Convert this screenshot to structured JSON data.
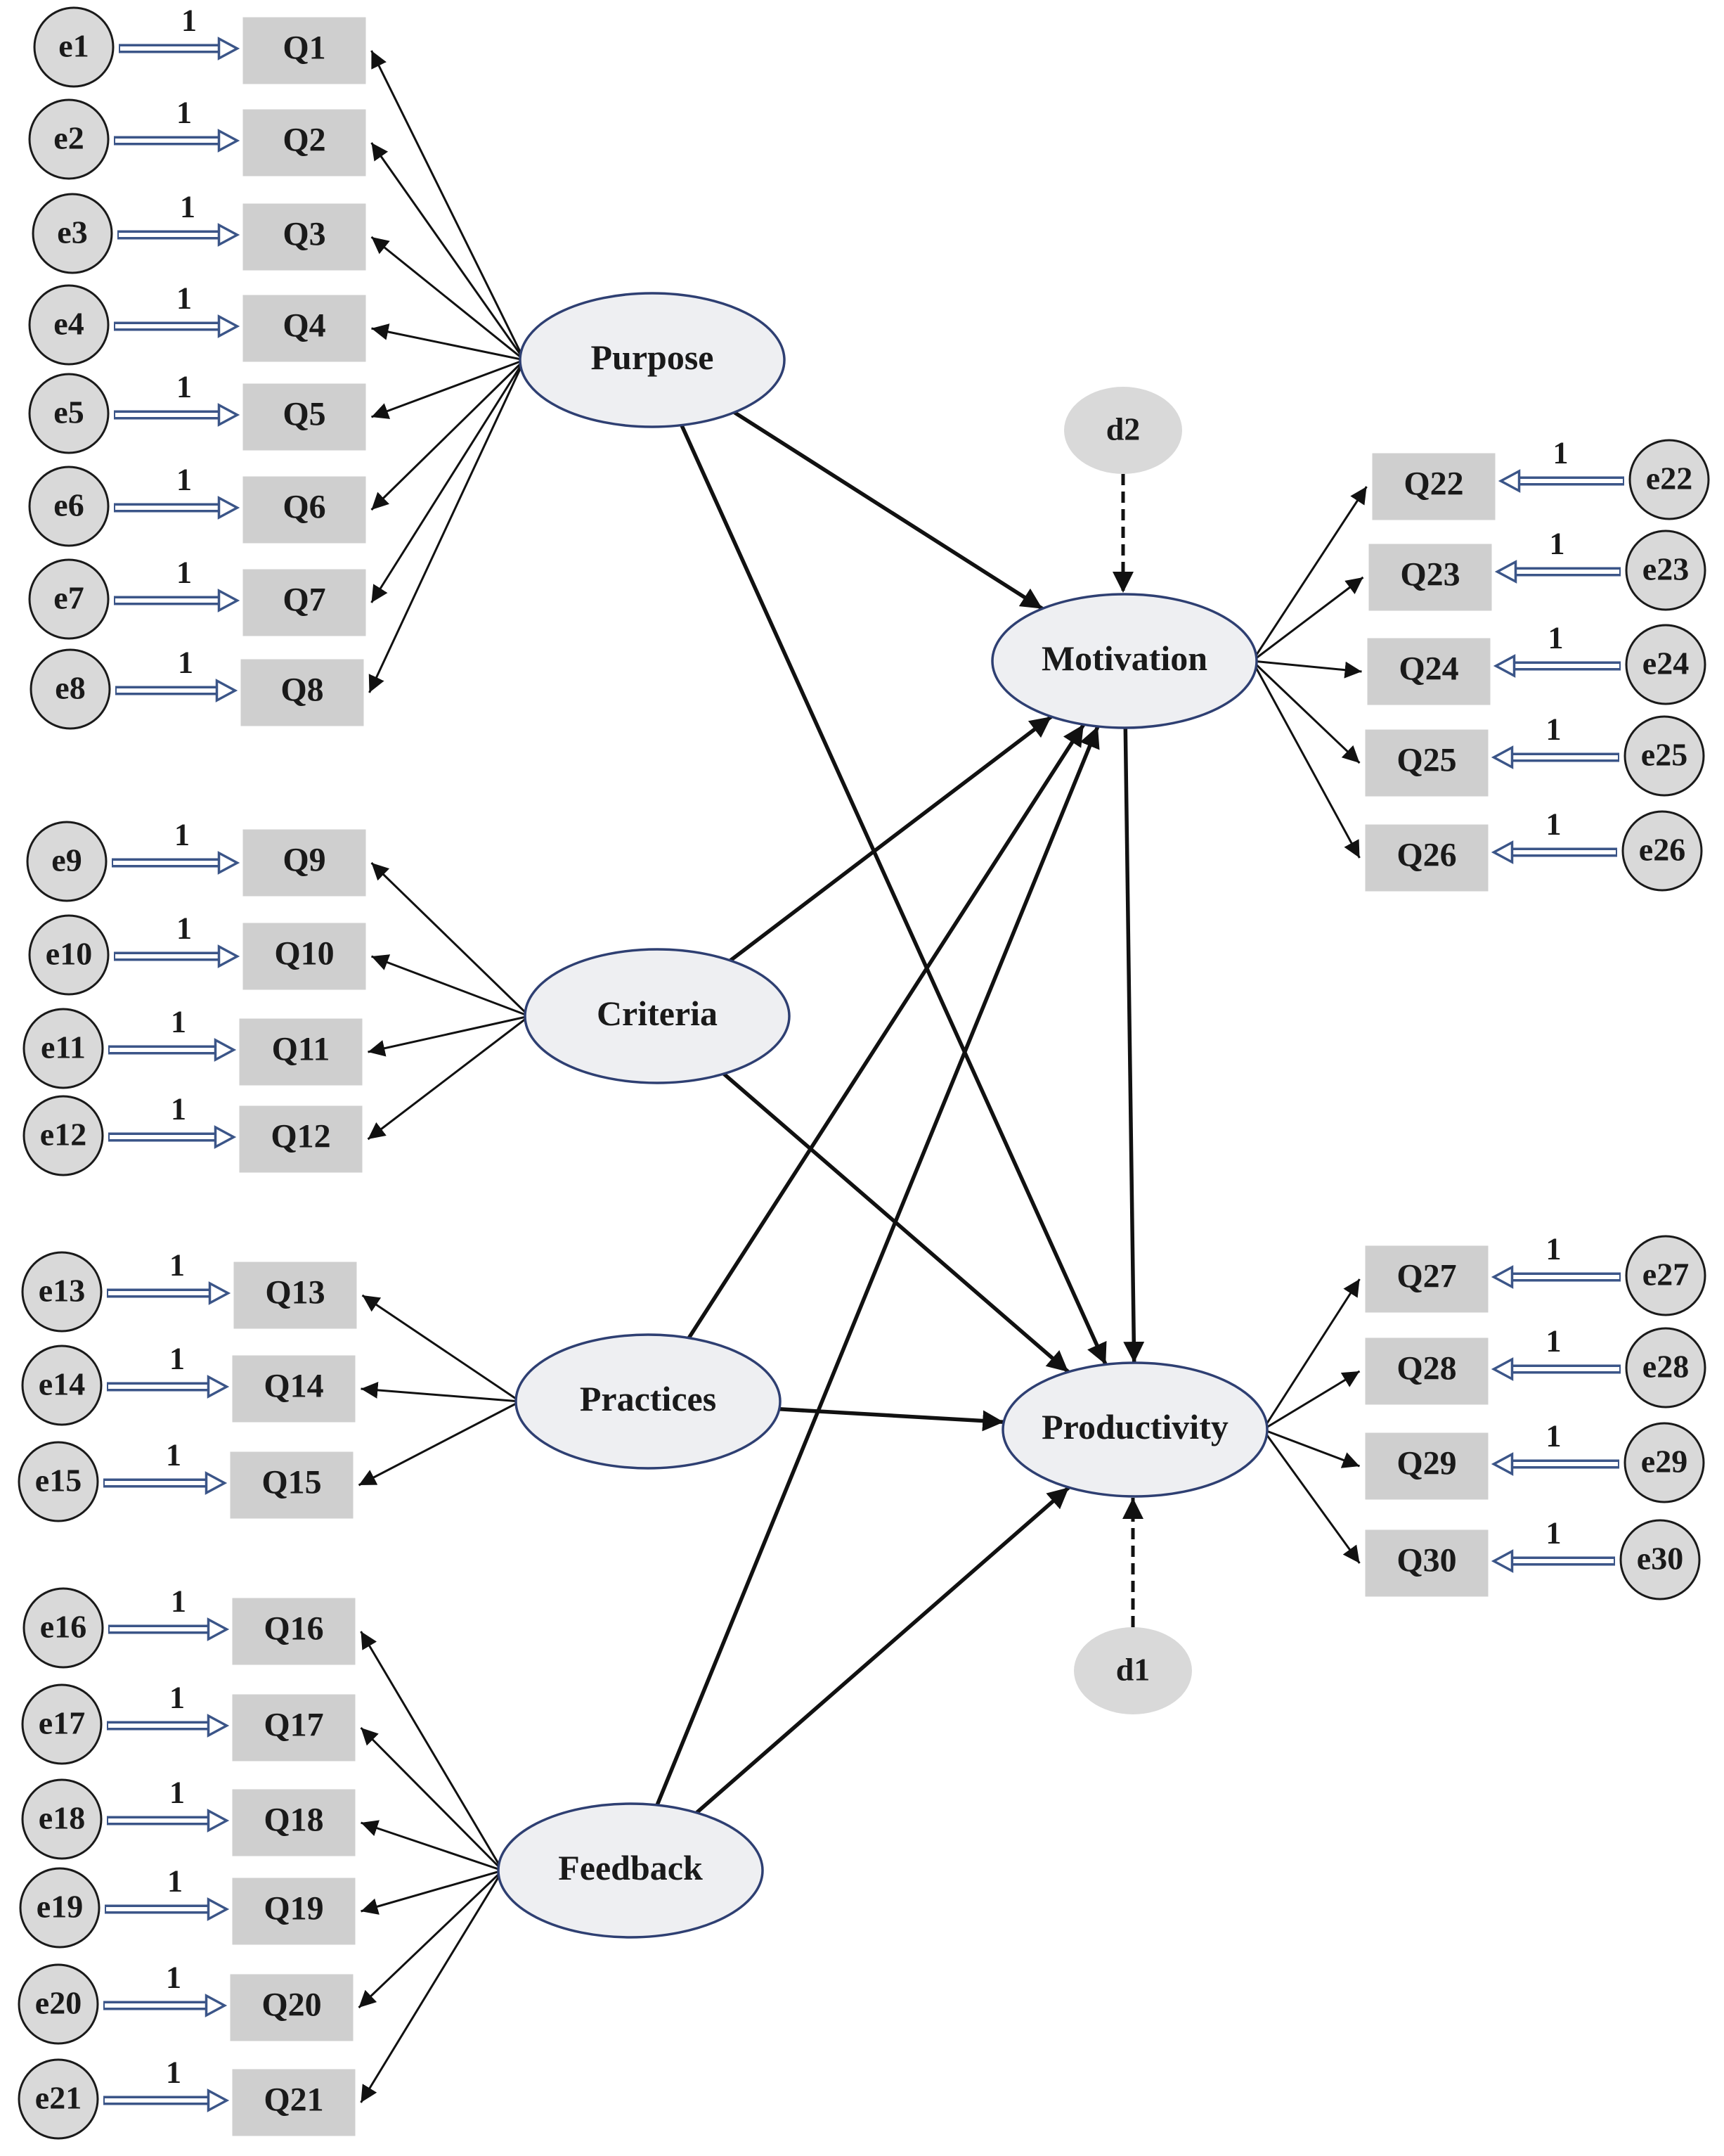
{
  "latents": {
    "purpose": "Purpose",
    "criteria": "Criteria",
    "practices": "Practices",
    "feedback": "Feedback",
    "motivation": "Motivation",
    "productivity": "Productivity"
  },
  "disturbances": {
    "d1": "d1",
    "d2": "d2"
  },
  "fixed_loading_label": "1",
  "items": [
    {
      "q": "Q1",
      "e": "e1"
    },
    {
      "q": "Q2",
      "e": "e2"
    },
    {
      "q": "Q3",
      "e": "e3"
    },
    {
      "q": "Q4",
      "e": "e4"
    },
    {
      "q": "Q5",
      "e": "e5"
    },
    {
      "q": "Q6",
      "e": "e6"
    },
    {
      "q": "Q7",
      "e": "e7"
    },
    {
      "q": "Q8",
      "e": "e8"
    },
    {
      "q": "Q9",
      "e": "e9"
    },
    {
      "q": "Q10",
      "e": "e10"
    },
    {
      "q": "Q11",
      "e": "e11"
    },
    {
      "q": "Q12",
      "e": "e12"
    },
    {
      "q": "Q13",
      "e": "e13"
    },
    {
      "q": "Q14",
      "e": "e14"
    },
    {
      "q": "Q15",
      "e": "e15"
    },
    {
      "q": "Q16",
      "e": "e16"
    },
    {
      "q": "Q17",
      "e": "e17"
    },
    {
      "q": "Q18",
      "e": "e18"
    },
    {
      "q": "Q19",
      "e": "e19"
    },
    {
      "q": "Q20",
      "e": "e20"
    },
    {
      "q": "Q21",
      "e": "e21"
    },
    {
      "q": "Q22",
      "e": "e22"
    },
    {
      "q": "Q23",
      "e": "e23"
    },
    {
      "q": "Q24",
      "e": "e24"
    },
    {
      "q": "Q25",
      "e": "e25"
    },
    {
      "q": "Q26",
      "e": "e26"
    },
    {
      "q": "Q27",
      "e": "e27"
    },
    {
      "q": "Q28",
      "e": "e28"
    },
    {
      "q": "Q29",
      "e": "e29"
    },
    {
      "q": "Q30",
      "e": "e30"
    }
  ],
  "measurement": {
    "purpose": [
      0,
      1,
      2,
      3,
      4,
      5,
      6,
      7
    ],
    "criteria": [
      8,
      9,
      10,
      11
    ],
    "practices": [
      12,
      13,
      14
    ],
    "feedback": [
      15,
      16,
      17,
      18,
      19,
      20
    ],
    "motivation": [
      21,
      22,
      23,
      24,
      25
    ],
    "productivity": [
      26,
      27,
      28,
      29
    ]
  },
  "structural_paths": [
    [
      "purpose",
      "motivation"
    ],
    [
      "purpose",
      "productivity"
    ],
    [
      "criteria",
      "motivation"
    ],
    [
      "criteria",
      "productivity"
    ],
    [
      "practices",
      "motivation"
    ],
    [
      "practices",
      "productivity"
    ],
    [
      "feedback",
      "motivation"
    ],
    [
      "feedback",
      "productivity"
    ],
    [
      "motivation",
      "productivity"
    ]
  ],
  "disturbance_paths": [
    [
      "d2",
      "motivation"
    ],
    [
      "d1",
      "productivity"
    ]
  ]
}
